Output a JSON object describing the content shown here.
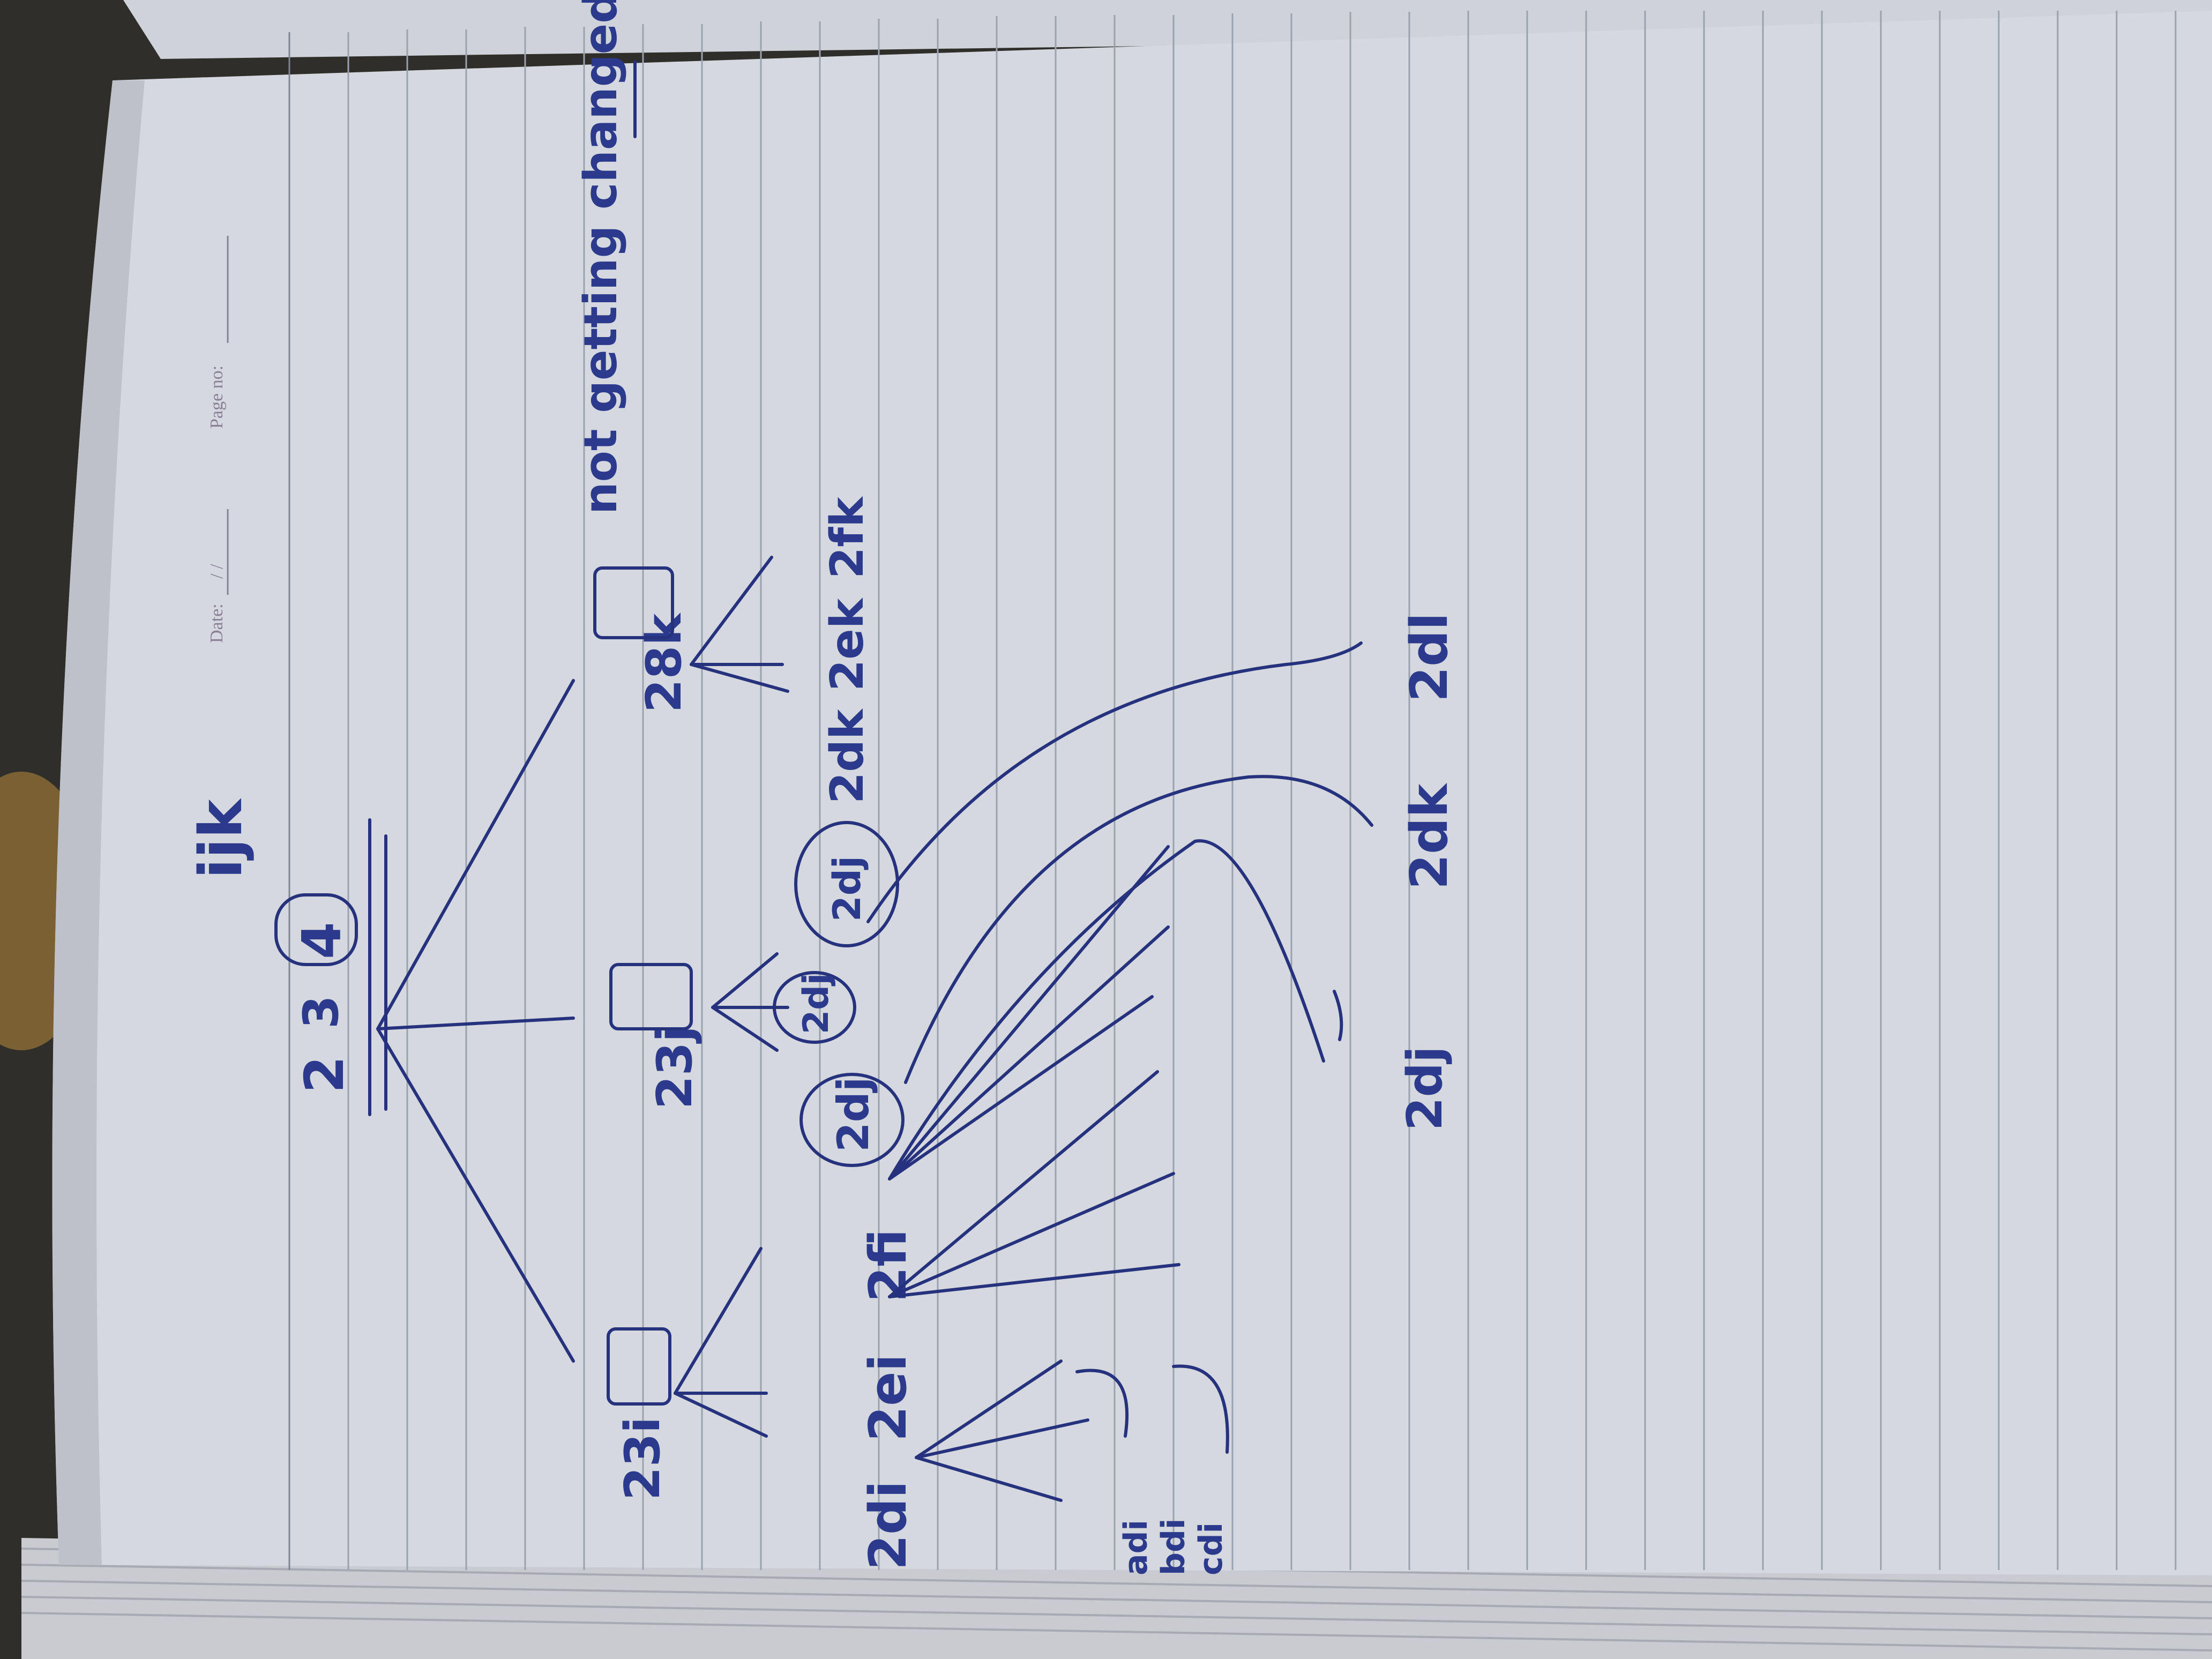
{
  "page_header": {
    "date_label": "Date:",
    "date_value": "/ /",
    "page_no_label": "Page no:"
  },
  "problem": {
    "pattern": "ijk",
    "root_numbers": [
      "2",
      "3",
      "4"
    ],
    "circled_number": "4"
  },
  "tree": {
    "level1": [
      "23i",
      "23j",
      "28k"
    ],
    "level2_left": [
      "2di",
      "2ei",
      "2fi"
    ],
    "level2_middle": [
      "2dj",
      "2dj",
      "2dj"
    ],
    "level2_right": [
      "2dk",
      "2ek",
      "2fk"
    ],
    "leaves_left": [
      "adi",
      "bdi",
      "cdi"
    ],
    "bottom_row": [
      "2dj",
      "2dk",
      "2dl"
    ]
  },
  "note": "not getting changed"
}
